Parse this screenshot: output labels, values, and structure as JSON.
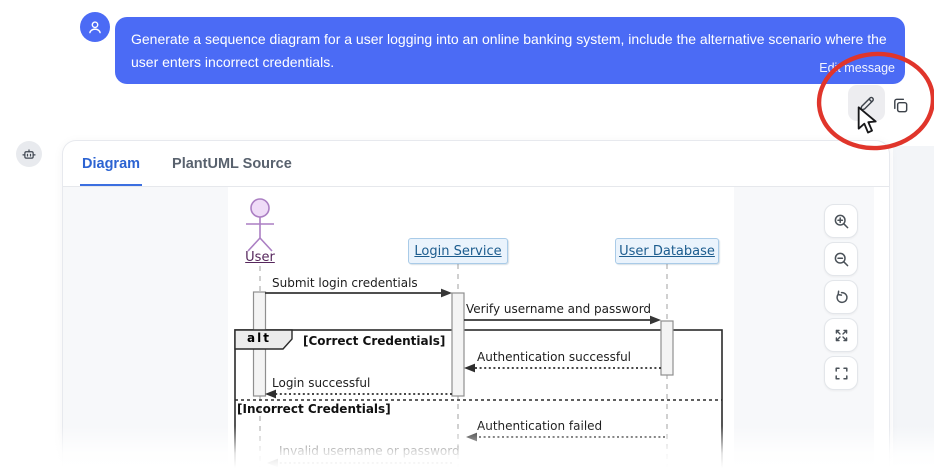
{
  "chat": {
    "user_message": {
      "text": "Generate a sequence diagram for a user logging into an online banking system, include the alternative scenario where the user enters incorrect credentials.",
      "tooltip": "Edit message",
      "avatar_icon": "user-icon",
      "actions": [
        {
          "name": "edit",
          "icon": "pencil-icon"
        },
        {
          "name": "copy",
          "icon": "copy-icon"
        }
      ]
    },
    "assistant": {
      "avatar_icon": "bot-icon"
    }
  },
  "panel": {
    "tabs": [
      {
        "label": "Diagram",
        "active": true
      },
      {
        "label": "PlantUML Source",
        "active": false
      }
    ],
    "controls": [
      {
        "icon": "zoom-in-icon"
      },
      {
        "icon": "zoom-out-icon"
      },
      {
        "icon": "reset-view-icon"
      },
      {
        "icon": "expand-icon"
      },
      {
        "icon": "fullscreen-icon"
      }
    ]
  },
  "diagram": {
    "participants": [
      {
        "name": "User",
        "type": "actor"
      },
      {
        "name": "Login Service",
        "type": "participant"
      },
      {
        "name": "User Database",
        "type": "participant"
      }
    ],
    "messages": [
      {
        "from": "User",
        "to": "Login Service",
        "label": "Submit login credentials",
        "style": "solid"
      },
      {
        "from": "Login Service",
        "to": "User Database",
        "label": "Verify username and password",
        "style": "solid"
      },
      {
        "from": "User Database",
        "to": "Login Service",
        "label": "Authentication successful",
        "style": "return"
      },
      {
        "from": "Login Service",
        "to": "User",
        "label": "Login successful",
        "style": "return"
      },
      {
        "from": "User Database",
        "to": "Login Service",
        "label": "Authentication failed",
        "style": "return"
      },
      {
        "from": "Login Service",
        "to": "User",
        "label": "Invalid username or password",
        "style": "return"
      }
    ],
    "fragment": {
      "operator": "alt",
      "guards": [
        "[Correct Credentials]",
        "[Incorrect Credentials]"
      ]
    }
  },
  "annotation": {
    "highlight_color": "#e0352b",
    "cursor_icon": "cursor-icon"
  },
  "colors": {
    "bubble": "#4b6bf5",
    "tab_active": "#2c63d2",
    "participant_fill": "#eaf3fc",
    "participant_border": "#a9cbe8",
    "participant_text": "#1c5c8e",
    "actor_stroke": "#ab7fc3",
    "actor_text": "#56275c",
    "viewer_bg": "#f7f8fa"
  }
}
